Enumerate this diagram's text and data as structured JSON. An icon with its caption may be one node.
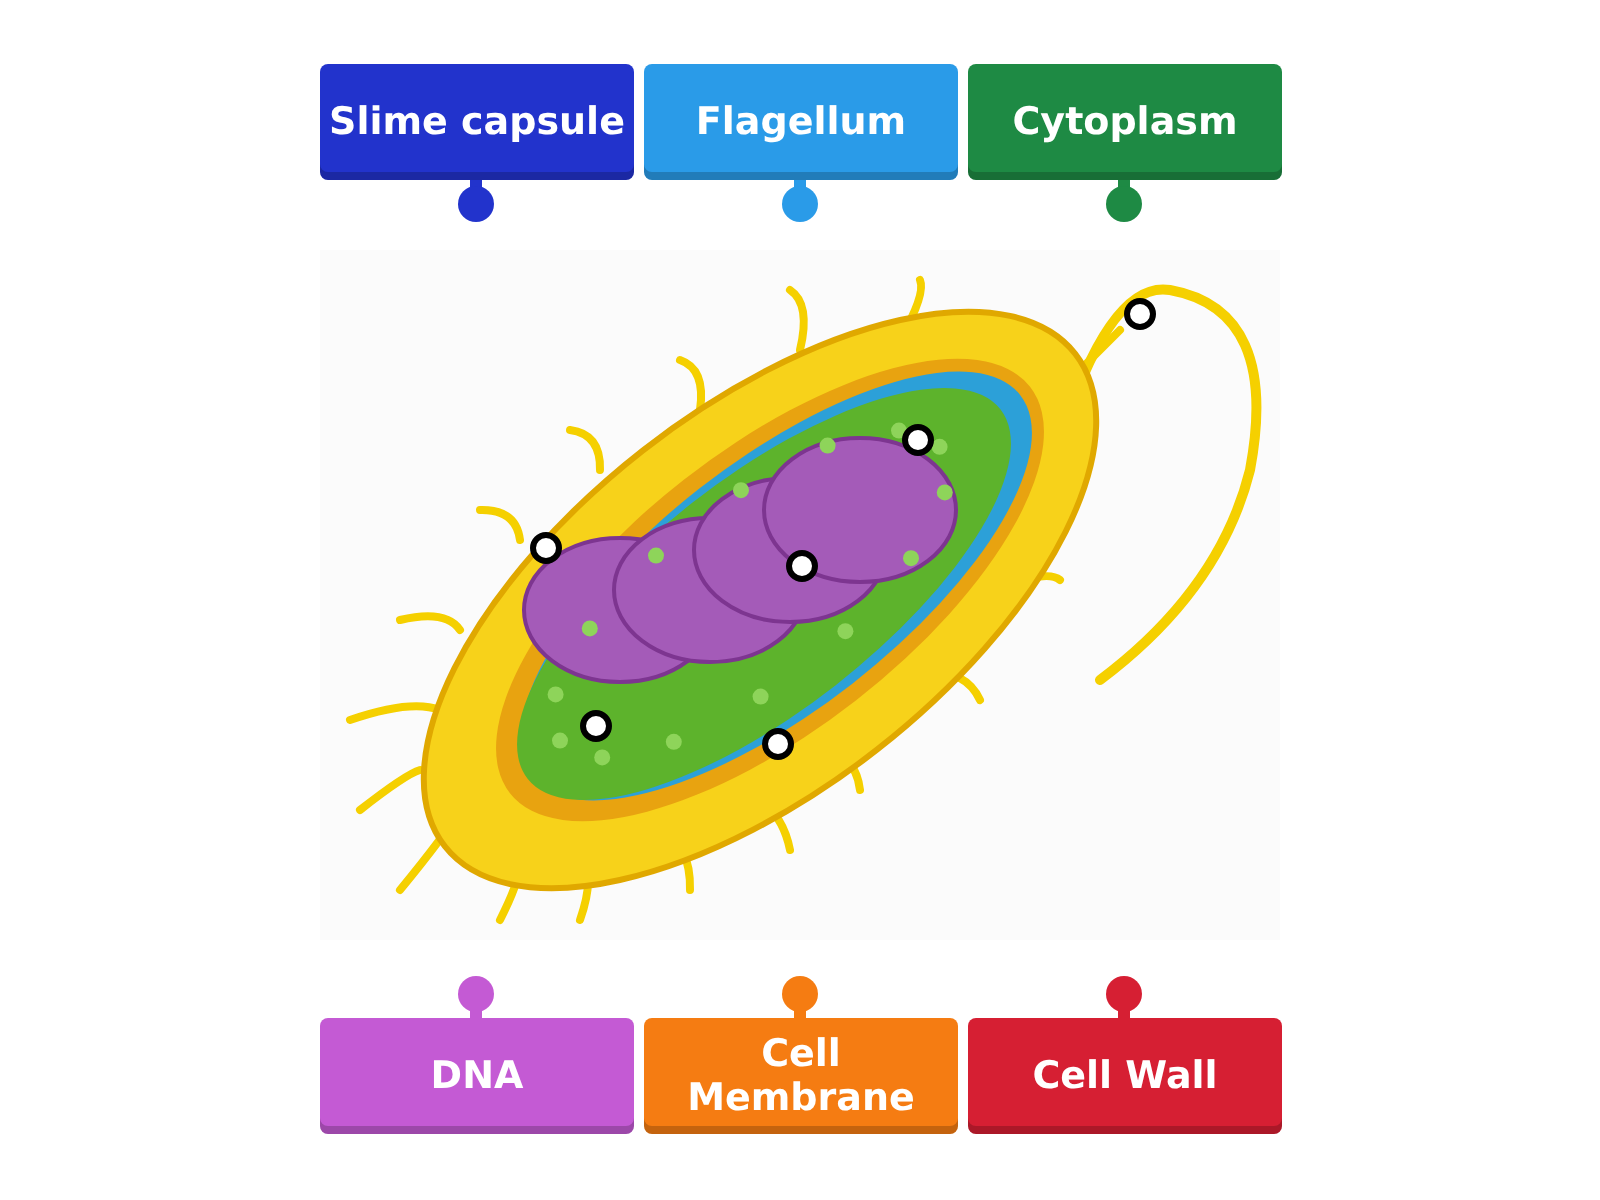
{
  "diagram": {
    "nodes": [
      {
        "text": [
          "Slime capsule"
        ]
      },
      {
        "text": [
          "Flagellum"
        ]
      },
      {
        "text": [
          "Cytoplasm"
        ]
      },
      {
        "text": [],
        "shape": "picture"
      },
      {
        "text": [],
        "shape": "circle",
        "in": 3
      },
      {
        "text": [],
        "shape": "circle",
        "in": 3
      },
      {
        "text": [],
        "shape": "circle",
        "in": 3
      },
      {
        "text": [],
        "shape": "circle",
        "in": 3
      },
      {
        "text": [],
        "shape": "circle",
        "in": 3
      },
      {
        "text": [],
        "shape": "circle",
        "in": 3
      },
      {
        "text": [
          "DNA"
        ]
      },
      {
        "text": [
          "Cell Membrane"
        ]
      },
      {
        "text": [
          "Cell Wall"
        ]
      }
    ]
  }
}
